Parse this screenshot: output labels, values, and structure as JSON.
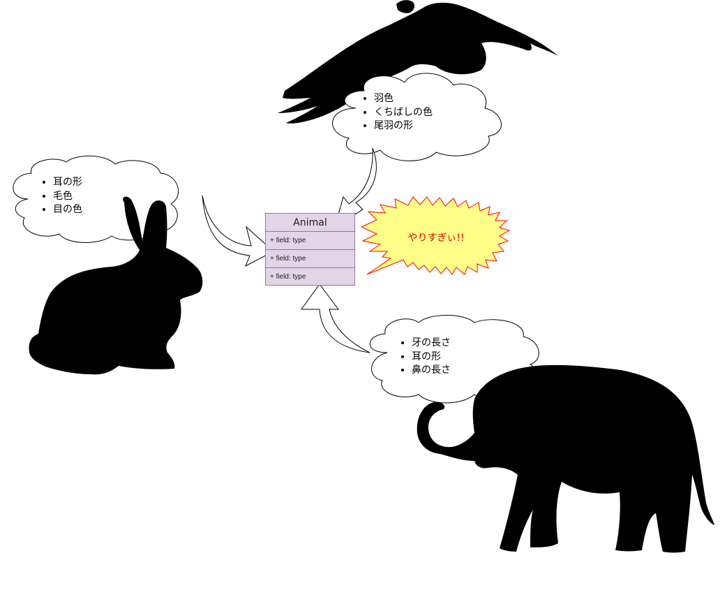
{
  "uml_class": {
    "name": "Animal",
    "fields": [
      "+ field: type",
      "+ field: type",
      "+ field: type"
    ],
    "fill": "#e1d5e7",
    "stroke": "#9673a6"
  },
  "clouds": {
    "rabbit": {
      "items": [
        "耳の形",
        "毛色",
        "目の色"
      ]
    },
    "eagle": {
      "items": [
        "羽色",
        "くちばしの色",
        "尾羽の形"
      ]
    },
    "elephant": {
      "items": [
        "牙の長さ",
        "耳の形",
        "鼻の長さ"
      ]
    }
  },
  "shout": {
    "text": "やりすぎぃ!!",
    "fill": "#ffff88",
    "stroke": "#ff0000",
    "text_color": "#e00000"
  },
  "silhouettes": [
    "rabbit-icon",
    "eagle-icon",
    "elephant-icon"
  ]
}
